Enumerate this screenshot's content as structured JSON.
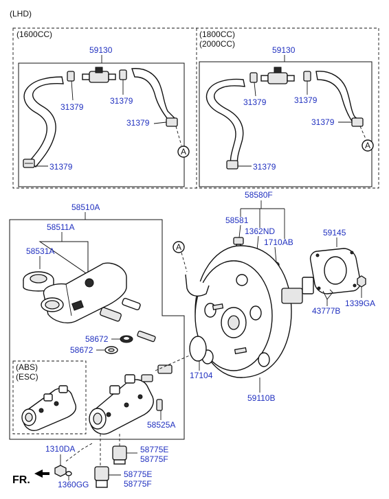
{
  "header": {
    "variant": "(LHD)"
  },
  "engine_groups": [
    {
      "line1": "(1600CC)",
      "line2": ""
    },
    {
      "line1": "(1800CC)",
      "line2": "(2000CC)"
    }
  ],
  "parts": {
    "hose_assembly": "59130",
    "clamp": "31379",
    "master_cylinder_assy": "58510A",
    "reservoir": "58511A",
    "reservoir_cap": "58531A",
    "seal_ring_top": "58672",
    "seal_ring_bottom": "58672",
    "cylinder_pin": "58525A",
    "booster_kit": "58580F",
    "check_valve": "58581",
    "grommet": "1362ND",
    "nut_a": "1710AB",
    "gasket": "59145",
    "clevis_pin": "43777B",
    "nut_b": "1339GA",
    "o_ring": "17104",
    "booster": "59110B",
    "bolt": "1310DA",
    "washer": "1360GG",
    "plug_top_1": "58775E",
    "plug_top_2": "58775F",
    "plug_bottom_1": "58775E",
    "plug_bottom_2": "58775F"
  },
  "option": {
    "line1": "(ABS)",
    "line2": "(ESC)"
  },
  "connector": "A",
  "direction": "FR."
}
